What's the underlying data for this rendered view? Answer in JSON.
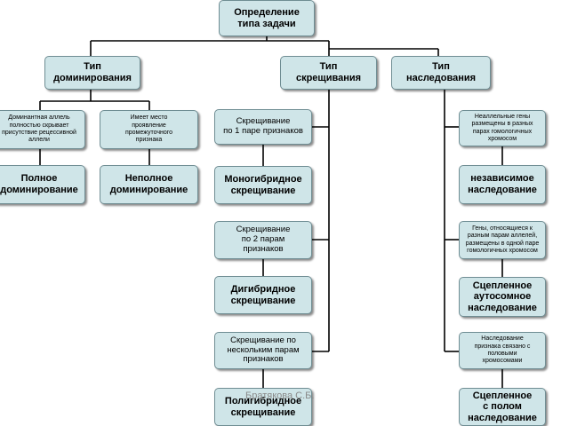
{
  "root": {
    "label": "Определение\nтипа задачи"
  },
  "types": {
    "dominance": "Тип\nдоминирования",
    "crossing": "Тип\nскрещивания",
    "inheritance": "Тип\nнаследования"
  },
  "dominance": {
    "desc_full": "Доминантная аллель\nполностью скрывает\nприсутствие рецессивной\nаллели",
    "desc_partial": "Имеет место\nпроявление\nпромежуточного\nпризнака",
    "full": "Полное\nдоминирование",
    "partial": "Неполное\nдоминирование"
  },
  "crossing": {
    "mono_desc": "Скрещивание\nпо 1 паре признаков",
    "mono": "Моногибридное\nскрещивание",
    "di_desc": "Скрещивание\nпо 2 парам\nпризнаков",
    "di": "Дигибридное\nскрещивание",
    "poly_desc": "Скрещивание по\nнескольким парам\nпризнаков",
    "poly": "Полигибридное\nскрещивание"
  },
  "inheritance": {
    "indep_desc": "Неаллельные гены\nразмещены в разных\nпарах гомологичных\nхромосом",
    "indep": "независимое\nнаследование",
    "linked_desc": "Гены, относящиеся к\nразным парам аллелей,\nразмещены в одной паре\nгомологичных хромосом",
    "linked": "Сцепленное\nаутосомное\nнаследование",
    "sex_desc": "Наследование\nпризнака связано с\nполовыми\nхромосомами",
    "sex": "Сцепленное\nс полом\nнаследование"
  },
  "watermark": "Братякова С.Б.",
  "colors": {
    "box_fill": "#cfe5e8",
    "box_border": "#6f8d93",
    "line": "#000000"
  }
}
